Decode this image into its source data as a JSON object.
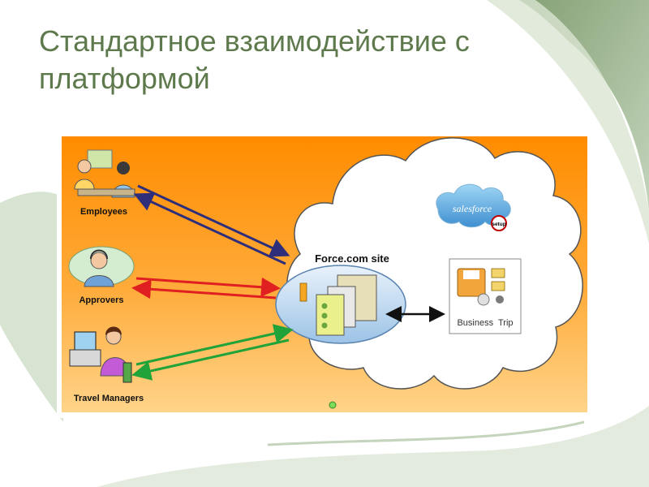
{
  "slide": {
    "title": "Стандартное взаимодействие с платформой"
  },
  "diagram": {
    "actors": [
      {
        "label": "Employees"
      },
      {
        "label": "Approvers"
      },
      {
        "label": "Travel Managers"
      }
    ],
    "hub": {
      "label": "Force.com site"
    },
    "app": {
      "label": "Business  Trip"
    },
    "logo": {
      "text": "salesforce",
      "badge": "setup"
    },
    "colors": {
      "background_top": "#ff8c00",
      "background_bottom": "#ffd48a",
      "employees_arrow": "#2e2e7a",
      "approvers_arrow": "#e02020",
      "travel_managers_arrow": "#22a33a",
      "cloud": "#ffffff",
      "accent_green": "#5e7a4c"
    }
  }
}
